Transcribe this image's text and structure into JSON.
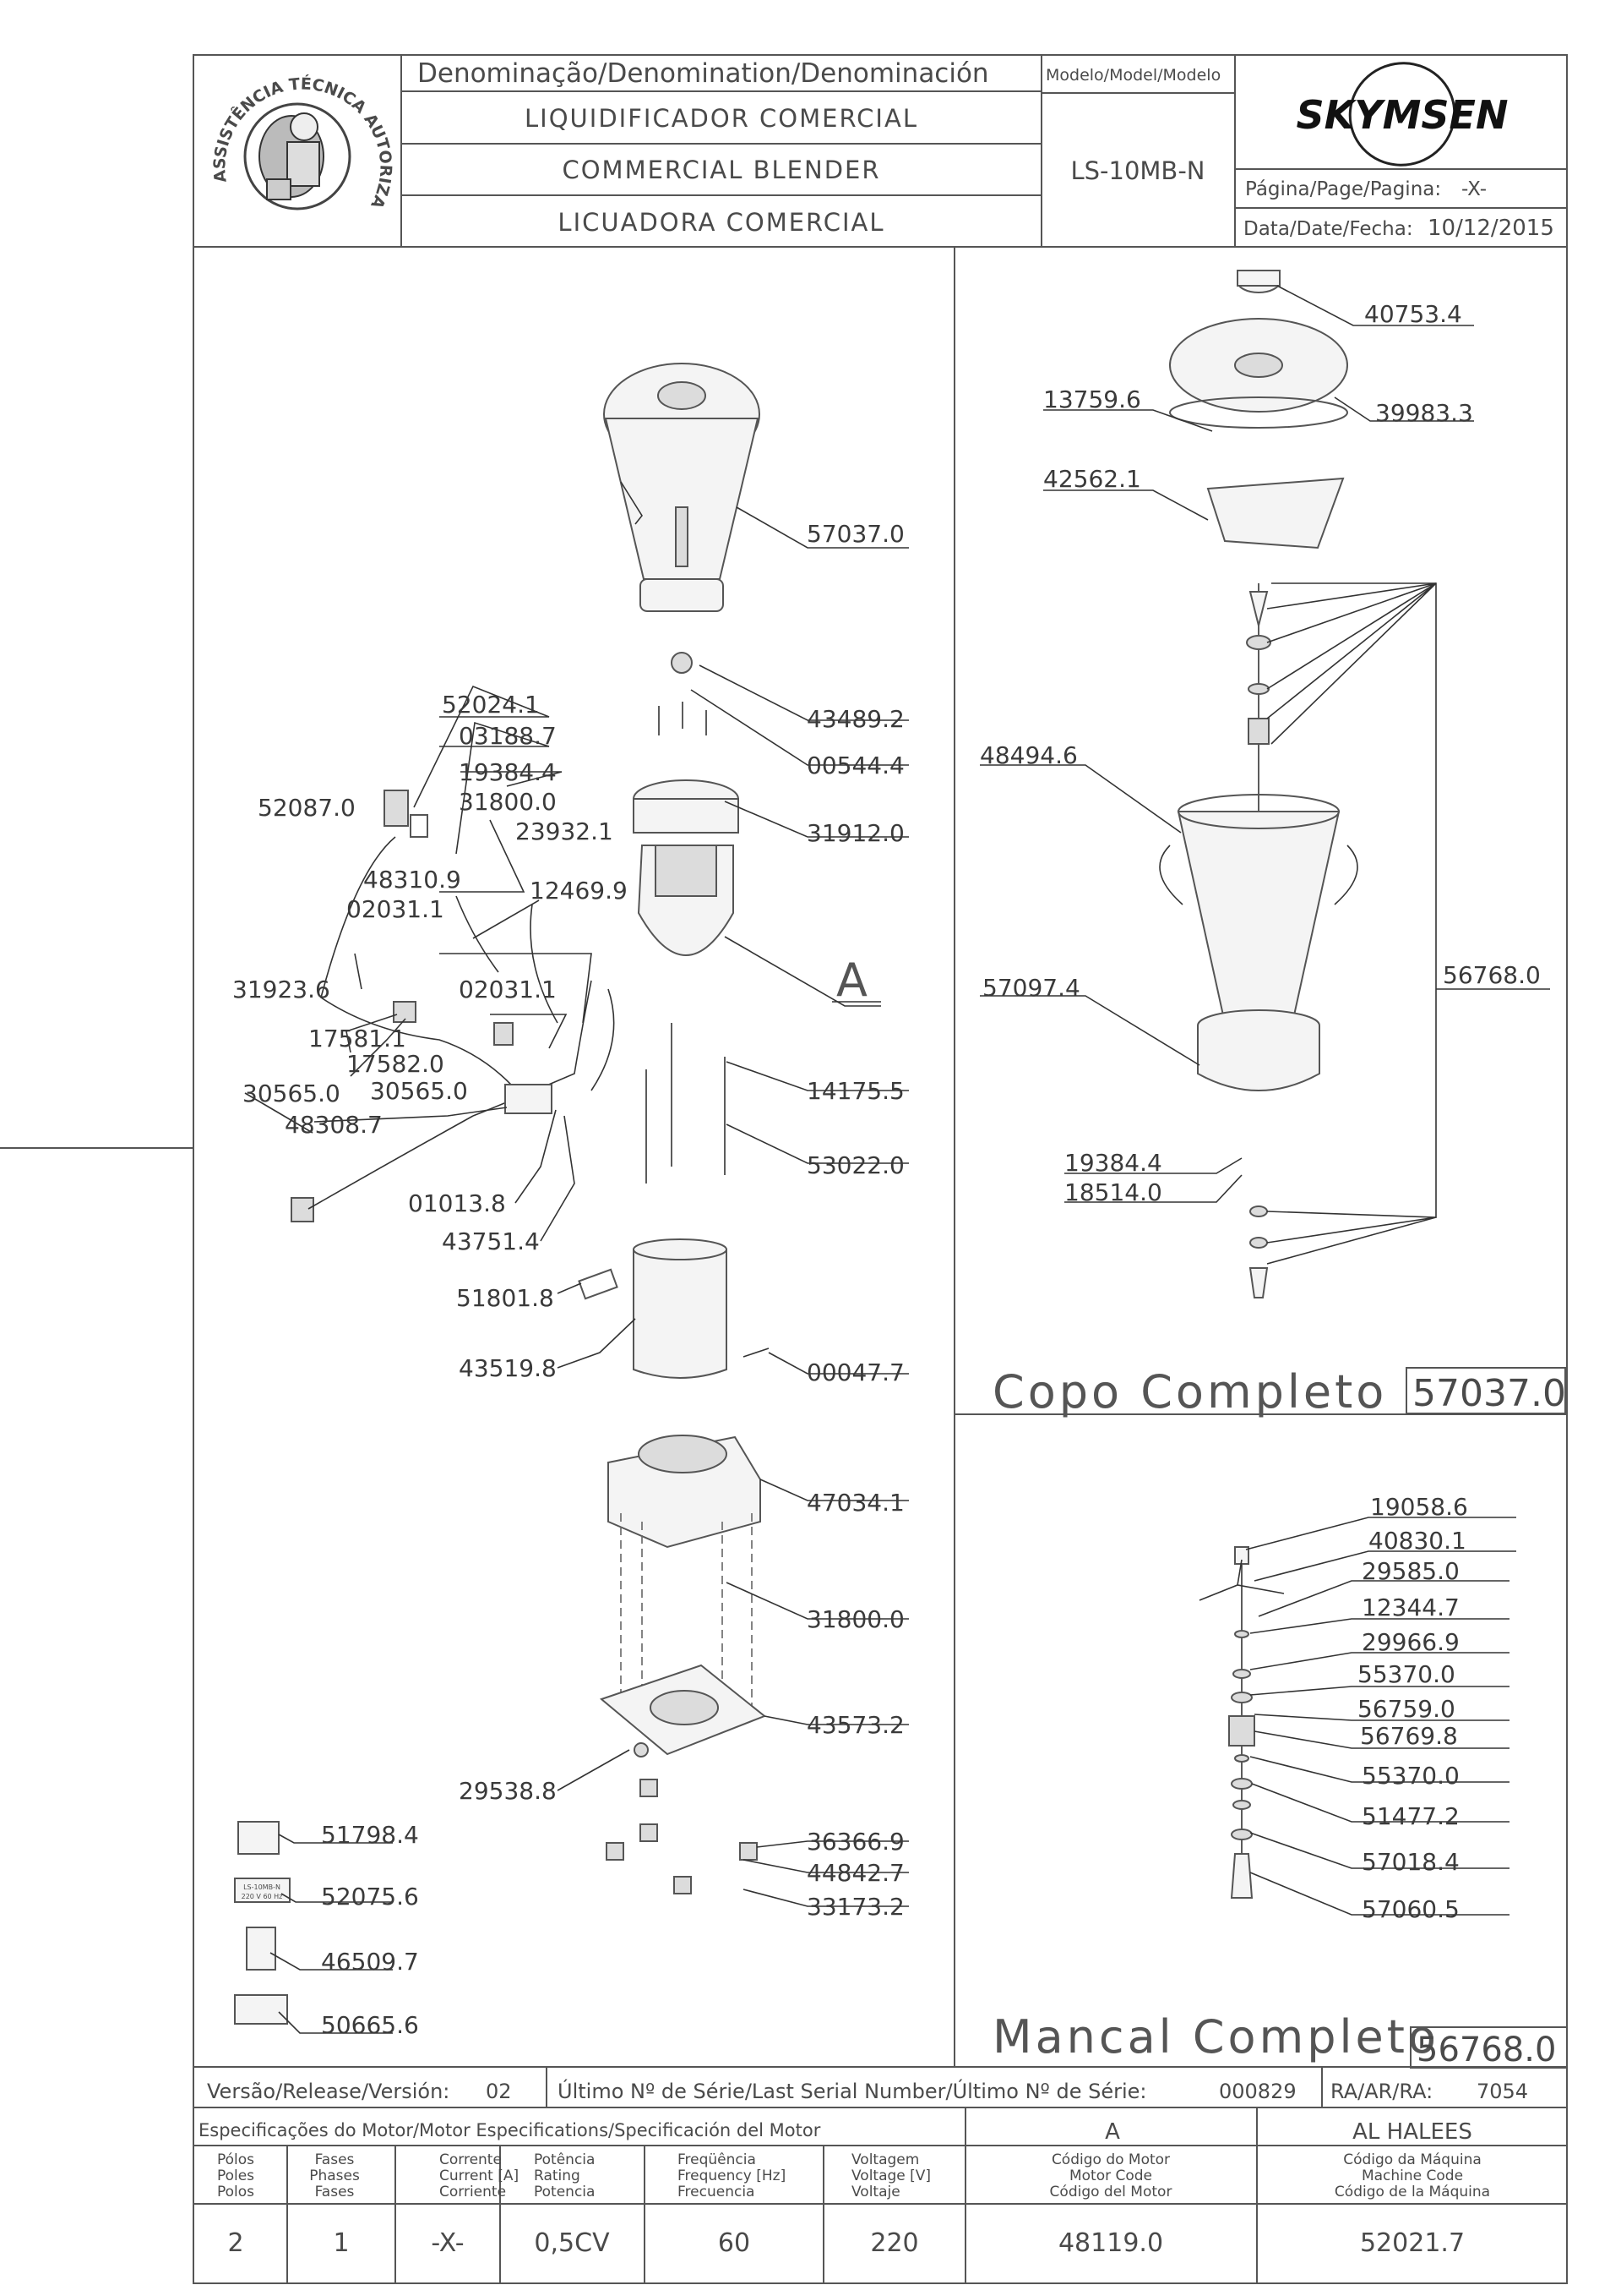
{
  "header": {
    "logo_text": "ASSISTÊNCIA TÉCNICA AUTORIZADA",
    "denomination_label": "Denominação/Denomination/Denominación",
    "model_label": "Modelo/Model/Modelo",
    "name_pt": "LIQUIDIFICADOR COMERCIAL",
    "name_en": "COMMERCIAL BLENDER",
    "name_es": "LICUADORA COMERCIAL",
    "model": "LS-10MB-N",
    "brand": "SKYMSEN",
    "page_label": "Página/Page/Pagina:",
    "page_value": "-X-",
    "date_label": "Data/Date/Fecha:",
    "date_value": "10/12/2015"
  },
  "main_parts": [
    {
      "code": "57037.0"
    },
    {
      "code": "52024.1"
    },
    {
      "code": "03188.7"
    },
    {
      "code": "43489.2"
    },
    {
      "code": "19384.4"
    },
    {
      "code": "00544.4"
    },
    {
      "code": "52087.0"
    },
    {
      "code": "31800.0"
    },
    {
      "code": "31912.0"
    },
    {
      "code": "23932.1"
    },
    {
      "code": "48310.9"
    },
    {
      "code": "12469.9"
    },
    {
      "code": "02031.1"
    },
    {
      "code": "31923.6"
    },
    {
      "code": "02031.1"
    },
    {
      "code": "17581.1"
    },
    {
      "code": "17582.0"
    },
    {
      "code": "30565.0"
    },
    {
      "code": "30565.0"
    },
    {
      "code": "14175.5"
    },
    {
      "code": "48308.7"
    },
    {
      "code": "53022.0"
    },
    {
      "code": "01013.8"
    },
    {
      "code": "43751.4"
    },
    {
      "code": "51801.8"
    },
    {
      "code": "43519.8"
    },
    {
      "code": "00047.7"
    },
    {
      "code": "47034.1"
    },
    {
      "code": "31800.0"
    },
    {
      "code": "43573.2"
    },
    {
      "code": "29538.8"
    },
    {
      "code": "36366.9"
    },
    {
      "code": "44842.7"
    },
    {
      "code": "33173.2"
    },
    {
      "code": "51798.4"
    },
    {
      "code": "52075.6"
    },
    {
      "code": "46509.7"
    },
    {
      "code": "50665.6"
    }
  ],
  "detail_label": "A",
  "label_sticker_text": [
    "LS-10MB-N",
    "220 V  60 Hz"
  ],
  "cup_parts": [
    {
      "code": "40753.4"
    },
    {
      "code": "13759.6"
    },
    {
      "code": "39983.3"
    },
    {
      "code": "42562.1"
    },
    {
      "code": "48494.6"
    },
    {
      "code": "56768.0"
    },
    {
      "code": "57097.4"
    },
    {
      "code": "19384.4"
    },
    {
      "code": "18514.0"
    }
  ],
  "cup_title": "Copo Completo",
  "cup_code": "57037.0",
  "bearing_parts": [
    {
      "code": "19058.6"
    },
    {
      "code": "40830.1"
    },
    {
      "code": "29585.0"
    },
    {
      "code": "12344.7"
    },
    {
      "code": "29966.9"
    },
    {
      "code": "55370.0"
    },
    {
      "code": "56759.0"
    },
    {
      "code": "56769.8"
    },
    {
      "code": "55370.0"
    },
    {
      "code": "51477.2"
    },
    {
      "code": "57018.4"
    },
    {
      "code": "57060.5"
    }
  ],
  "bearing_title": "Mancal Completo",
  "bearing_code": "56768.0",
  "footer": {
    "version_label": "Versão/Release/Versión:",
    "version_value": "02",
    "serial_label": "Último Nº de Série/Last Serial Number/Último Nº de Série:",
    "serial_value": "000829",
    "ra_label": "RA/AR/RA:",
    "ra_value": "7054",
    "motor_spec_label": "Especificações do Motor/Motor Especifications/Specificación del Motor",
    "motor_variant": "A",
    "machine_variant": "AL HALEES",
    "columns": [
      {
        "l1": "Pólos",
        "l2": "Poles",
        "l3": "Polos",
        "value": "2"
      },
      {
        "l1": "Fases",
        "l2": "Phases",
        "l3": "Fases",
        "value": "1"
      },
      {
        "l1": "Corrente",
        "l2": "Current [A]",
        "l3": "Corriente",
        "value": "-X-"
      },
      {
        "l1": "Potência",
        "l2": "Rating",
        "l3": "Potencia",
        "value": "0,5CV"
      },
      {
        "l1": "Freqüência",
        "l2": "Frequency [Hz]",
        "l3": "Frecuencia",
        "value": "60"
      },
      {
        "l1": "Voltagem",
        "l2": "Voltage [V]",
        "l3": "Voltaje",
        "value": "220"
      },
      {
        "l1": "Código do Motor",
        "l2": "Motor Code",
        "l3": "Código del Motor",
        "value": "48119.0"
      },
      {
        "l1": "Código da Máquina",
        "l2": "Machine Code",
        "l3": "Código de la Máquina",
        "value": "52021.7"
      }
    ]
  }
}
